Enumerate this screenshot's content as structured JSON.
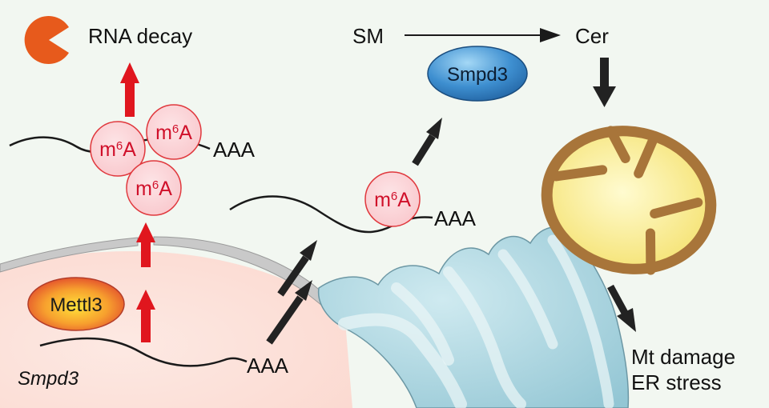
{
  "labels": {
    "rna_decay": "RNA decay",
    "sm": "SM",
    "cer": "Cer",
    "smpd3_protein": "Smpd3",
    "mettl3": "Mettl3",
    "smpd3_gene": "Smpd3",
    "polyA": "AAA",
    "outcome_line1": "Mt damage",
    "outcome_line2": "ER stress"
  },
  "m6a": {
    "base": "m",
    "superscript": "6",
    "suffix": "A"
  },
  "colors": {
    "background": "#f2f7f1",
    "nucleus": "#fde5df",
    "nuclear_envelope": "#c8c8c8",
    "er": "#a9d3de",
    "m6a_fill": "#fbd3d6",
    "m6a_stroke": "#e0383d",
    "m6a_text": "#d0102a",
    "red_arrow": "#e0161e",
    "black_arrow": "#222222",
    "pacman": "#e75a1c",
    "mito_outer": "#a8753a",
    "mito_inner": "#f8ec7a",
    "smpd3_oval": "#3c8fce",
    "mettl3_oval": "#f07a2c"
  },
  "icons": {
    "decay_enzyme": "pacman-icon"
  }
}
